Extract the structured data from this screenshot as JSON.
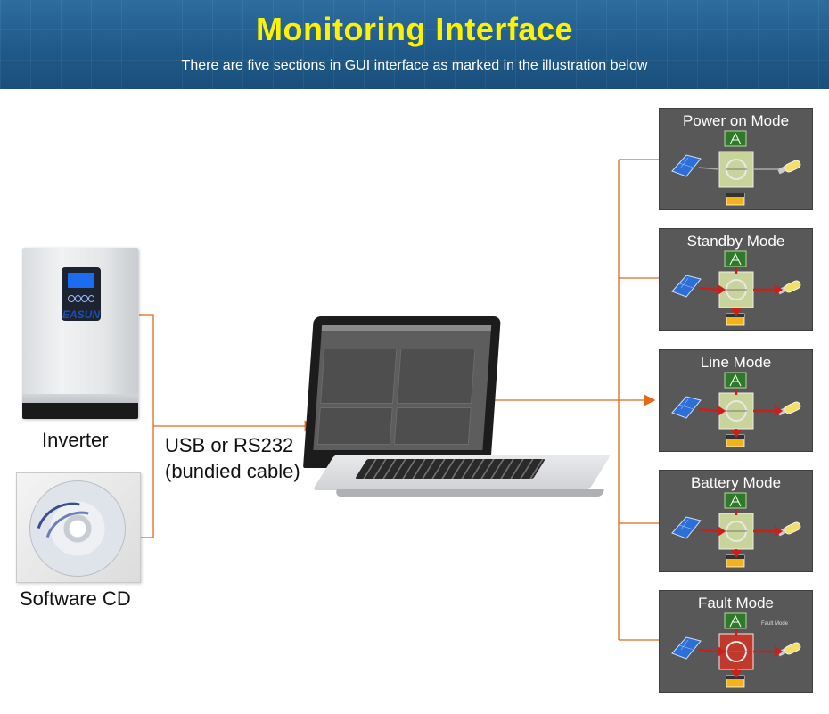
{
  "header": {
    "title": "Monitoring Interface",
    "subtitle": "There are five sections in GUI interface as marked in the illustration below"
  },
  "devices": {
    "inverter_label": "Inverter",
    "inverter_brand": "EASUN",
    "cd_label": "Software CD",
    "cable_label_line1": "USB or RS232",
    "cable_label_line2": "(bundied cable)"
  },
  "modes": [
    {
      "title": "Power on Mode",
      "arrows": false,
      "fault": false
    },
    {
      "title": "Standby Mode",
      "arrows": true,
      "fault": false
    },
    {
      "title": "Line Mode",
      "arrows": true,
      "fault": false
    },
    {
      "title": "Battery Mode",
      "arrows": true,
      "fault": false
    },
    {
      "title": "Fault Mode",
      "arrows": true,
      "fault": true,
      "fault_tag": "Fault Mode"
    }
  ],
  "colors": {
    "header_bg": "#1f5a8a",
    "title_yellow": "#fff200",
    "wire_orange": "#e06a1a",
    "mode_bg": "#585858",
    "flow_red": "#c8201c"
  }
}
